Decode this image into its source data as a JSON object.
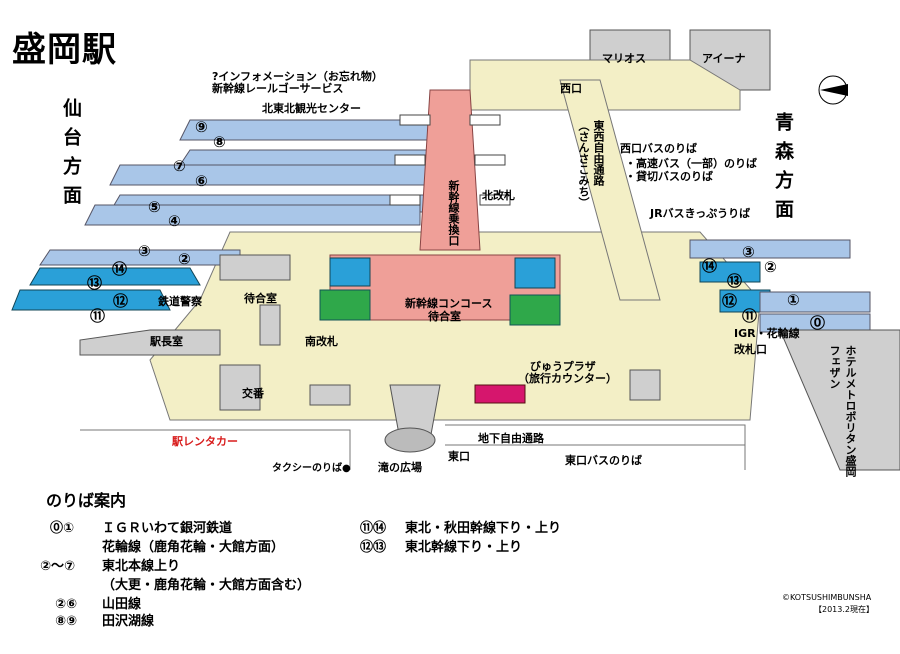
{
  "title": "盛岡駅",
  "directions": {
    "sendai": "仙台方面",
    "aomori": "青森方面"
  },
  "labels": {
    "info": "?インフォメーション（お忘れ物）",
    "rail_go": "新幹線レールゴーサービス",
    "kitatohoku": "北東北観光センター",
    "mariosu": "マリオス",
    "aina": "アイーナ",
    "nishiguchi": "西口",
    "nishiguchi_bus_title": "西口バスのりば",
    "nishiguchi_bus_1": "・高速バス（一部）のりば",
    "nishiguchi_bus_2": "・貸切バスのりば",
    "tozai_road": "東西自由通路",
    "tozai_road_kana": "（さんさこみち）",
    "shinkansen_transfer": "新幹線乗換口",
    "kita_kaisatsu": "北改札",
    "jr_bus": "JRバスきっぷうりば",
    "tetsudo_keisatsu": "鉄道警察",
    "machiaishitsu_1": "待合室",
    "shinkansen_concourse": "新幹線コンコース",
    "machiaishitsu_2": "待合室",
    "ekichoshitsu": "駅長室",
    "minami_kaisatsu": "南改札",
    "igr_kaisatsu": "IGR・花輪線改札口",
    "hotel": "ホテルメトロポリタン盛岡",
    "fesan": "フェザン",
    "pyuu_plaza": "びゅうプラザ",
    "ryoko_counter": "（旅行カウンター）",
    "koban": "交番",
    "eki_rentacar": "駅レンタカー",
    "taxi": "タクシーのりば●",
    "taki_hiroba": "滝の広場",
    "chika_road": "地下自由通路",
    "higashiguchi": "東口",
    "higashiguchi_bus": "東口バスのりば"
  },
  "platforms_left": [
    "⑨",
    "⑧",
    "⑦",
    "⑥",
    "⑤",
    "④",
    "③",
    "②",
    "⑭",
    "⑬",
    "⑫",
    "⑪"
  ],
  "platforms_right": [
    "③",
    "②",
    "⑭",
    "⑬",
    "⑫",
    "⑪",
    "①",
    "⓪"
  ],
  "legend": {
    "title": "のりば案内",
    "rows": [
      {
        "num": "⓪①",
        "text": "ＩＧＲいわて銀河鉄道"
      },
      {
        "num": "",
        "text": "花輪線（鹿角花輪・大館方面）"
      },
      {
        "num": "②〜⑦",
        "text": "東北本線上り"
      },
      {
        "num": "",
        "text": "（大更・鹿角花輪・大館方面含む）"
      },
      {
        "num": "②⑥",
        "text": "山田線"
      },
      {
        "num": "⑧⑨",
        "text": "田沢湖線"
      }
    ],
    "right_rows": [
      {
        "num": "⑪⑭",
        "text": "東北・秋田幹線下り・上り"
      },
      {
        "num": "⑫⑬",
        "text": "東北幹線下り・上り"
      }
    ]
  },
  "copyright": "©KOTSUSHIMBUNSHA",
  "date_note": "【2013.2現在】",
  "colors": {
    "platform_blue": "#a9c6e8",
    "shinkansen_blue": "#2aa0d8",
    "concourse_pink": "#ef9f98",
    "floor_cream": "#f3efc6",
    "building_grey": "#cfcfcf",
    "accent_magenta": "#d6166d",
    "green": "#2fa84a"
  }
}
